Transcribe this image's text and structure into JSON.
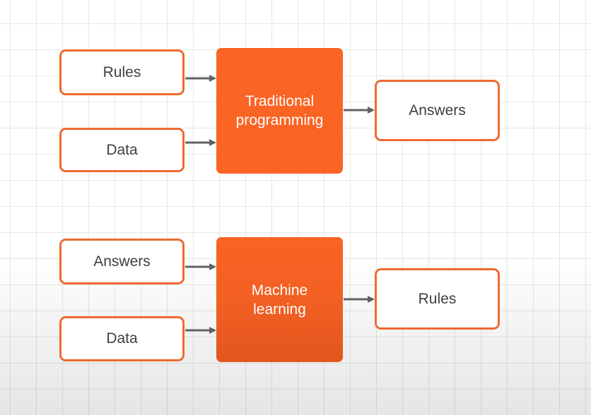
{
  "colors": {
    "accent": "#ee6a31",
    "process_fill": "#fa6424",
    "text": "#3c4043",
    "arrow": "#5f6368"
  },
  "traditional": {
    "input_top": "Rules",
    "input_bottom": "Data",
    "process_line1": "Traditional",
    "process_line2": "programming",
    "output": "Answers"
  },
  "machine_learning": {
    "input_top": "Answers",
    "input_bottom": "Data",
    "process_line1": "Machine",
    "process_line2": "learning",
    "output": "Rules"
  }
}
